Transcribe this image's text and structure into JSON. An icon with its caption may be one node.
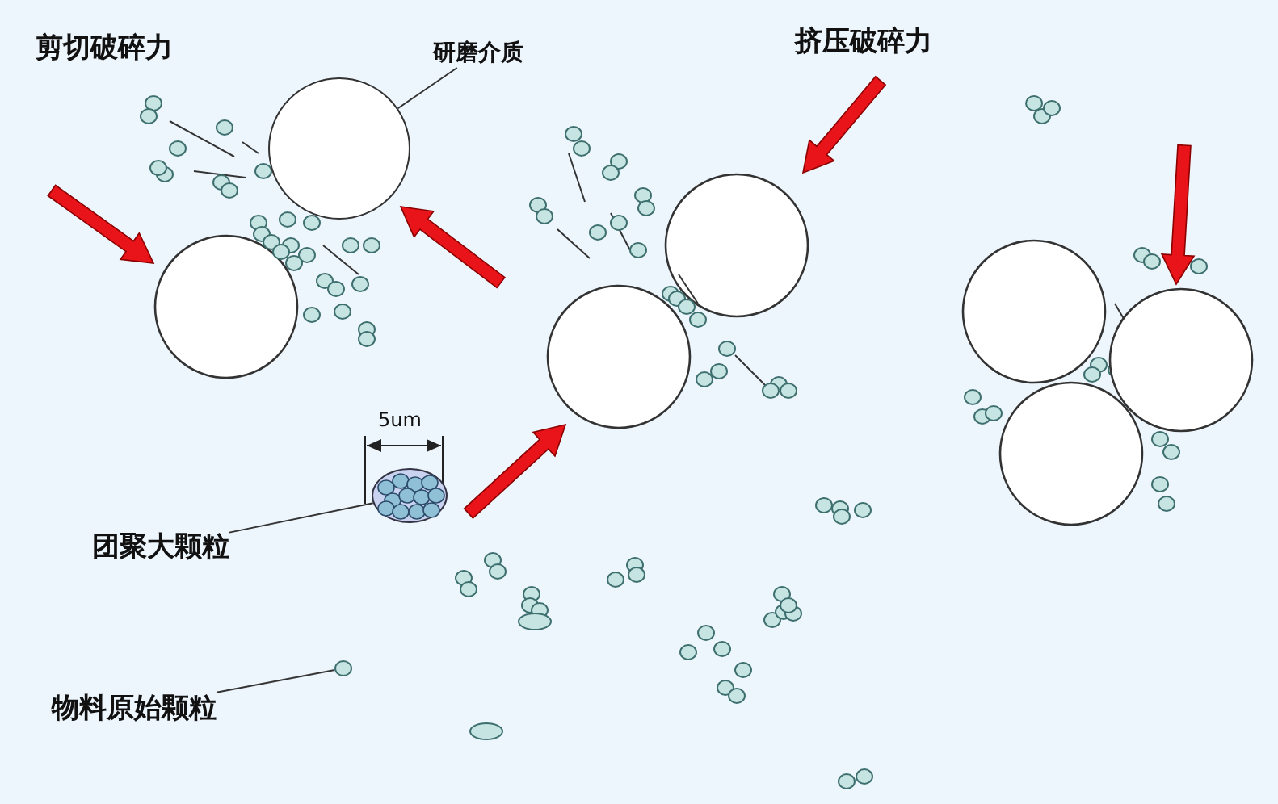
{
  "diagram": {
    "nodes": [
      {
        "text": [
          "研磨介质"
        ]
      },
      {
        "text": [],
        "shape": "circle"
      },
      {
        "text": [
          "团聚大颗粒"
        ]
      },
      {
        "text": [],
        "shape": "circle"
      },
      {
        "text": [
          "物料原始颗粒"
        ]
      },
      {
        "text": [],
        "shape": "circle"
      }
    ],
    "edges": [
      {
        "from": 0,
        "to": 1,
        "arrow": "none"
      },
      {
        "from": 2,
        "to": 3,
        "arrow": "none"
      },
      {
        "from": 4,
        "to": 5,
        "arrow": "none"
      }
    ],
    "labels": [
      "剪切破碎力",
      "挤压破碎力",
      "5um"
    ]
  }
}
